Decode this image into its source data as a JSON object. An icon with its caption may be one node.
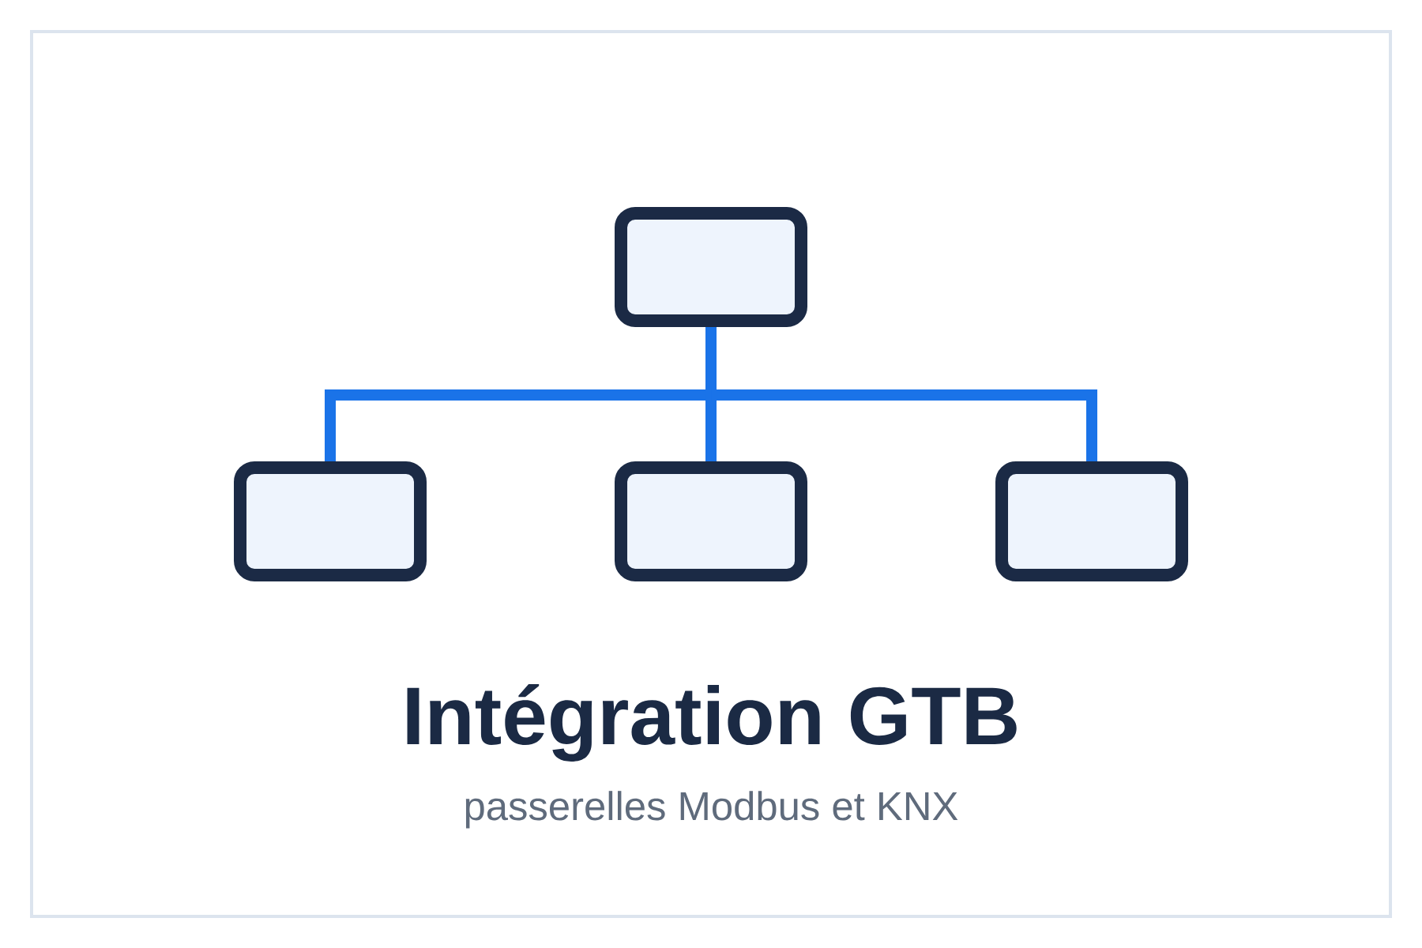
{
  "diagram": {
    "title": "Intégration GTB",
    "caption": "passerelles Modbus et KNX",
    "nodes": [
      {
        "text": [],
        "shape": "box"
      },
      {
        "text": [],
        "shape": "box"
      },
      {
        "text": [],
        "shape": "box"
      },
      {
        "text": [],
        "shape": "box"
      }
    ],
    "edges": [
      {
        "from": 0,
        "to": 1,
        "arrow": "none"
      },
      {
        "from": 0,
        "to": 2,
        "arrow": "none"
      },
      {
        "from": 0,
        "to": 3,
        "arrow": "none"
      }
    ]
  }
}
